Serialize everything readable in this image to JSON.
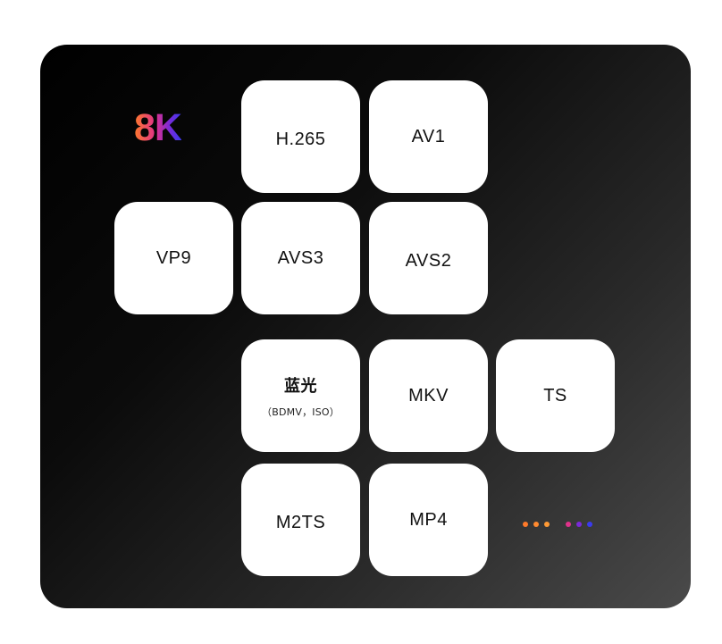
{
  "logo": {
    "text": "8K"
  },
  "tiles": {
    "h265": {
      "label": "H.265"
    },
    "av1": {
      "label": "AV1"
    },
    "vp9": {
      "label": "VP9"
    },
    "avs3": {
      "label": "AVS3"
    },
    "avs2": {
      "label": "AVS2"
    },
    "bluray": {
      "label": "蓝光",
      "sub": "（BDMV，ISO）"
    },
    "mkv": {
      "label": "MKV"
    },
    "ts": {
      "label": "TS"
    },
    "m2ts": {
      "label": "M2TS"
    },
    "mp4": {
      "label": "MP4"
    }
  },
  "colors": {
    "panel_dark": "#000000",
    "panel_light": "#4a4a4a",
    "tile_bg": "#ffffff",
    "logo_gradient": [
      "#ff7a2a",
      "#e0328a",
      "#7a2ad8",
      "#3a3af0"
    ],
    "dots": [
      "#ff7a2a",
      "#ff8a30",
      "#ff9a35",
      "#e0328a",
      "#7a2ad8",
      "#3a3af0"
    ]
  },
  "more_indicator": {
    "icon": "ellipsis-dots-icon"
  }
}
